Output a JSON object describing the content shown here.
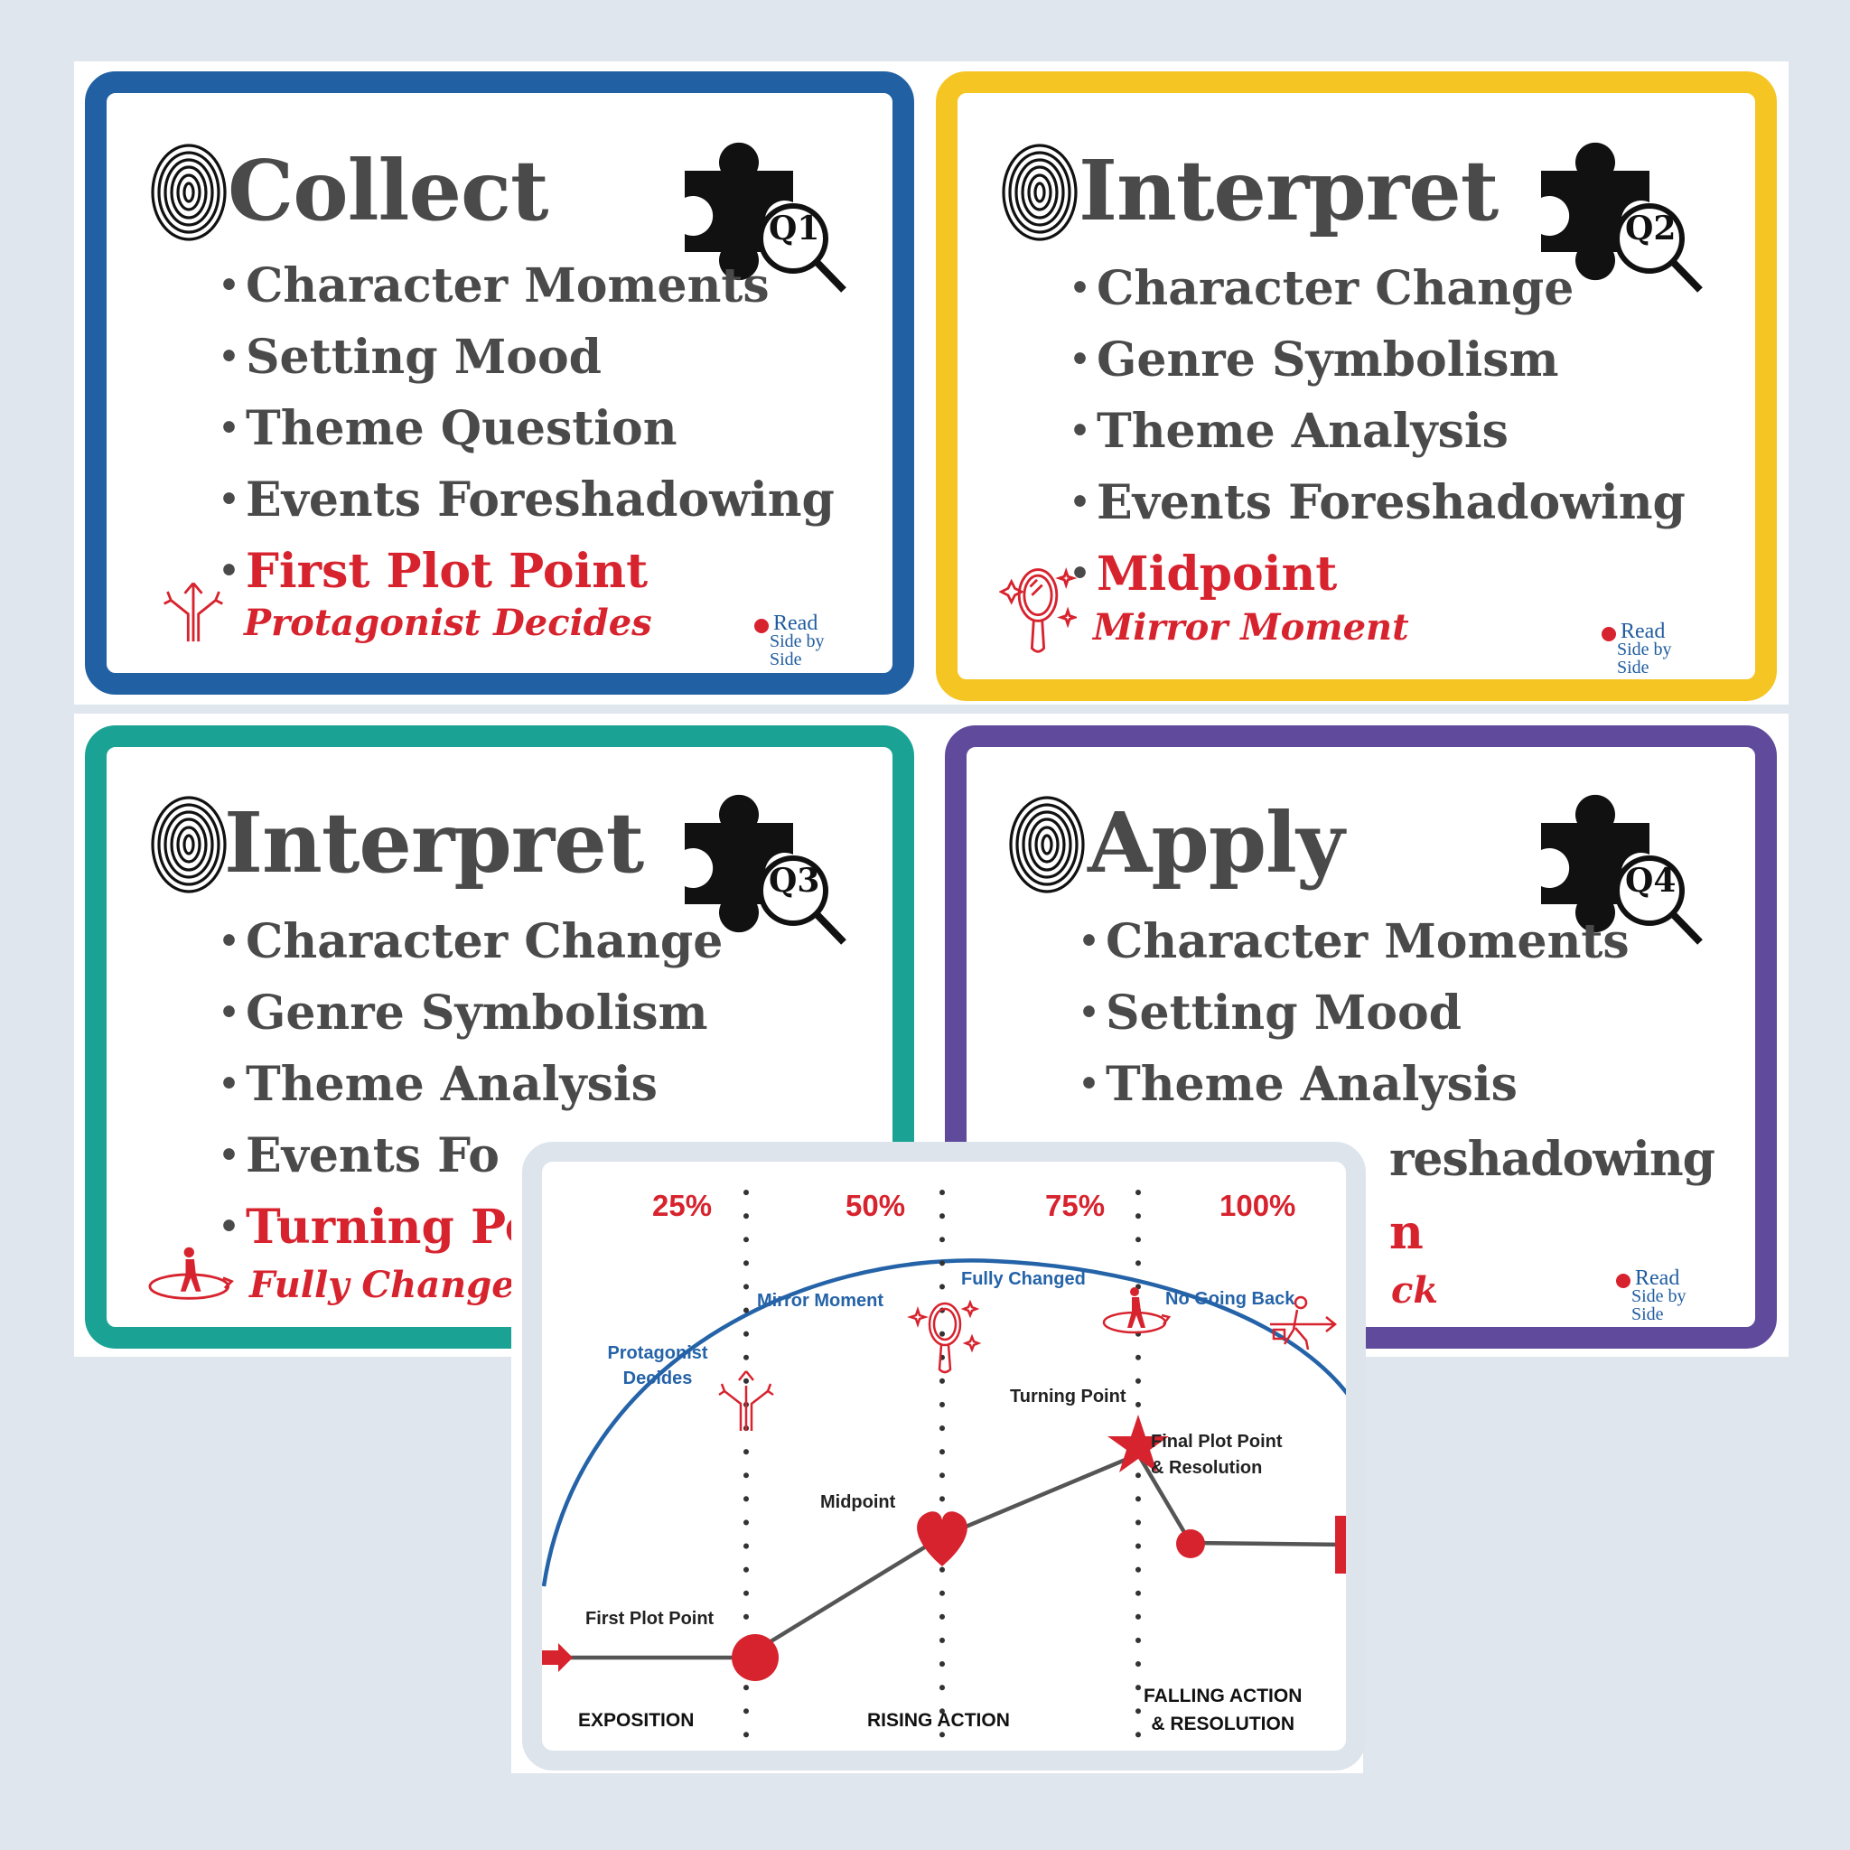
{
  "cards": [
    {
      "id": "q1",
      "title": "Collect",
      "quarter": "Q1",
      "border_color": "#2160a2",
      "items": [
        "Character Moments",
        "Setting Mood",
        "Theme Question",
        "Events Foreshadowing"
      ],
      "plot_point": "First Plot Point",
      "subtitle": "Protagonist Decides",
      "icon": "crossroads-arrows-icon"
    },
    {
      "id": "q2",
      "title": "Interpret",
      "quarter": "Q2",
      "border_color": "#f5c523",
      "items": [
        "Character Change",
        "Genre Symbolism",
        "Theme Analysis",
        "Events Foreshadowing"
      ],
      "plot_point": "Midpoint",
      "subtitle": "Mirror Moment",
      "icon": "mirror-icon"
    },
    {
      "id": "q3",
      "title": "Interpret",
      "quarter": "Q3",
      "border_color": "#1aa394",
      "items": [
        "Character Change",
        "Genre Symbolism",
        "Theme Analysis",
        "Events Fo"
      ],
      "plot_point": "Turning Po",
      "subtitle": "Fully Change",
      "icon": "turning-person-icon"
    },
    {
      "id": "q4",
      "title": "Apply",
      "quarter": "Q4",
      "border_color": "#5f4a9c",
      "items": [
        "Character Moments",
        "Setting Mood",
        "Theme Analysis",
        "reshadowing"
      ],
      "plot_point": "n",
      "subtitle": "ck",
      "icon": "no-going-back-icon"
    }
  ],
  "logo": {
    "line1": "Read",
    "line2": "Side by Side"
  },
  "diagram": {
    "percent_markers": [
      "25%",
      "50%",
      "75%",
      "100%"
    ],
    "arc_labels": {
      "protagonist_decides": [
        "Protagonist",
        "Decides"
      ],
      "mirror_moment": "Mirror Moment",
      "fully_changed": "Fully Changed",
      "no_going_back": "No Going Back"
    },
    "point_labels": {
      "first_plot_point": "First Plot Point",
      "midpoint": "Midpoint",
      "turning_point": "Turning Point",
      "final_plot_point": [
        "Final Plot Point",
        "& Resolution"
      ]
    },
    "phases": {
      "exposition": "EXPOSITION",
      "rising_action": "RISING ACTION",
      "falling_action": [
        "FALLING ACTION",
        "& RESOLUTION"
      ]
    },
    "colors": {
      "accent_red": "#d7232e",
      "arc_blue": "#2563a8",
      "line_gray": "#555555"
    }
  }
}
